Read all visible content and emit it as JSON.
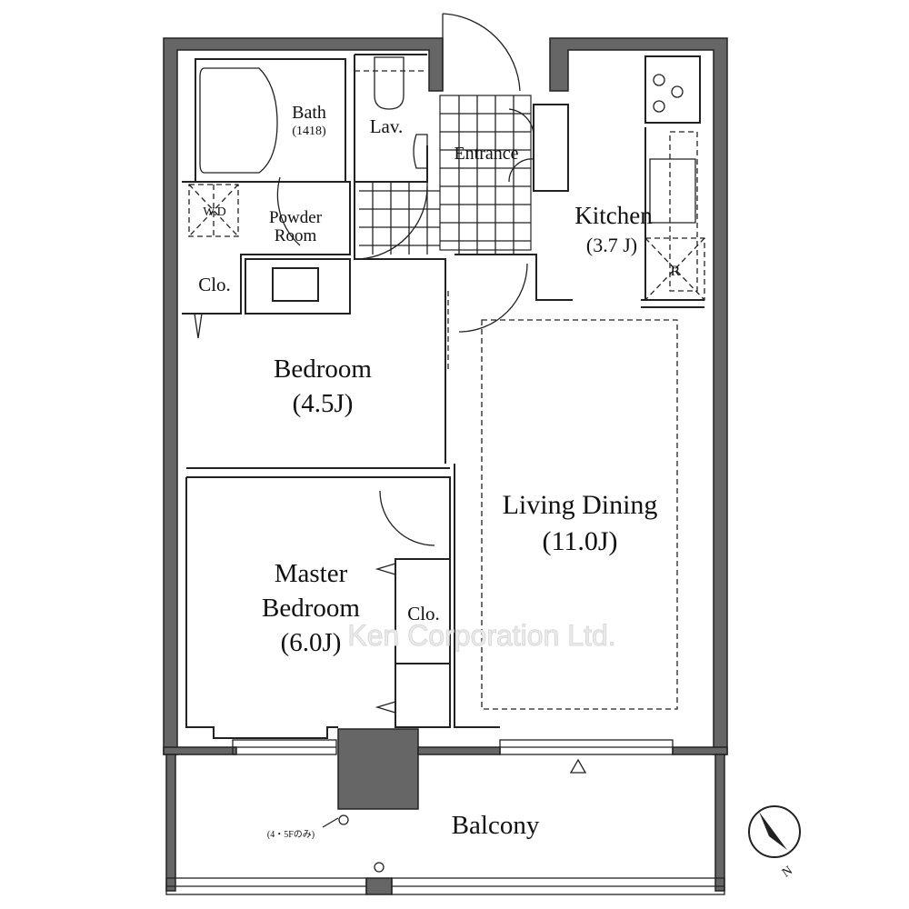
{
  "rooms": {
    "bath": {
      "name": "Bath",
      "size": "(1418)"
    },
    "lavatory": {
      "name": "Lav."
    },
    "entrance": {
      "name": "Entrance"
    },
    "kitchen": {
      "name": "Kitchen",
      "size": "(3.7 J)"
    },
    "powder_room": {
      "name_line1": "Powder",
      "name_line2": "Room"
    },
    "washer_dryer": {
      "name": "W.D"
    },
    "closet_1": {
      "name": "Clo."
    },
    "refrigerator": {
      "name": "R"
    },
    "bedroom": {
      "name": "Bedroom",
      "size": "(4.5J)"
    },
    "living_dining": {
      "name": "Living Dining",
      "size": "(11.0J)"
    },
    "master_bedroom": {
      "name_line1": "Master",
      "name_line2": "Bedroom",
      "size": "(6.0J)"
    },
    "closet_2": {
      "name": "Clo."
    },
    "balcony": {
      "name": "Balcony",
      "note": "(4・5Fのみ)"
    }
  },
  "compass": {
    "label": "N"
  },
  "watermark": "Ken Corporation Ltd."
}
